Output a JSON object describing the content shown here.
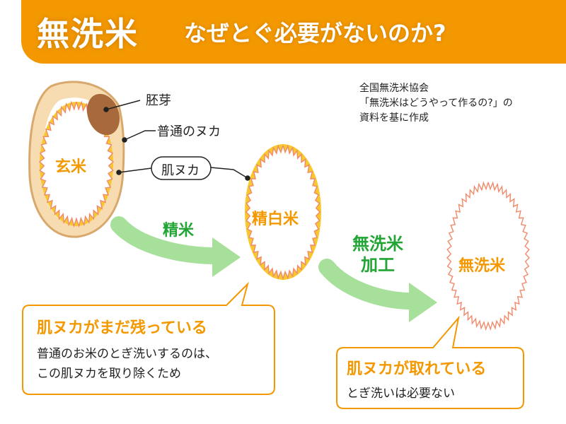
{
  "header": {
    "title": "無洗米",
    "subtitle": "なぜとぐ必要がないのか?"
  },
  "source": {
    "line1": "全国無洗米協会",
    "line2": "「無洗米はどうやって作るの?」の",
    "line3": "資料を基に作成"
  },
  "labels": {
    "germ": "胚芽",
    "normal_bran": "普通のヌカ",
    "skin_bran": "肌ヌカ",
    "brown_rice": "玄米",
    "white_rice": "精白米",
    "musenmai": "無洗米",
    "polishing": "精米",
    "process_line1": "無洗米",
    "process_line2": "加工"
  },
  "callouts": {
    "left_title": "肌ヌカがまだ残っている",
    "left_body1": "普通のお米のとぎ洗いするのは、",
    "left_body2": "この肌ヌカを取り除くため",
    "right_title": "肌ヌカが取れている",
    "right_body": "とぎ洗いは必要ない"
  },
  "colors": {
    "orange": "#f39800",
    "green_text": "#22a535",
    "arrow_green": "#a6e09a",
    "bran_tan": "#d9a86c",
    "germ_brown": "#a86a3c",
    "inner_yellow": "#f7c92e",
    "zigzag_pink": "#f08a6a"
  }
}
